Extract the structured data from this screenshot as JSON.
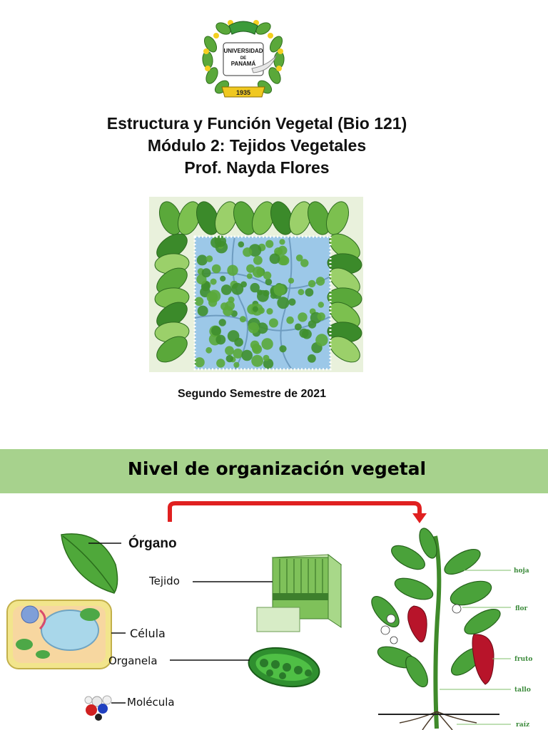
{
  "slide1": {
    "seal": {
      "text_line1": "UNIVERSIDAD",
      "text_line2": "DE",
      "text_line3": "PANAMÁ",
      "year": "1935"
    },
    "title_lines": [
      "Estructura y Función Vegetal (Bio 121)",
      "Módulo 2: Tejidos Vegetales",
      "Prof. Nayda Flores"
    ],
    "semester": "Segundo Semestre de 2021"
  },
  "slide2": {
    "banner_title": "Nivel de organización vegetal",
    "levels": {
      "organ": "Órgano",
      "tissue": "Tejido",
      "cell": "Célula",
      "organelle": "Organela",
      "molecule": "Molécula"
    },
    "plant_parts": {
      "leaf": "hoja",
      "flower": "flor",
      "fruit": "fruto",
      "stem": "tallo",
      "root": "raíz"
    }
  },
  "colors": {
    "banner": "#a7d28d",
    "arrow": "#e02020",
    "leaf_green": "#3f9a2c",
    "cell_blue": "#8fc3e6"
  }
}
